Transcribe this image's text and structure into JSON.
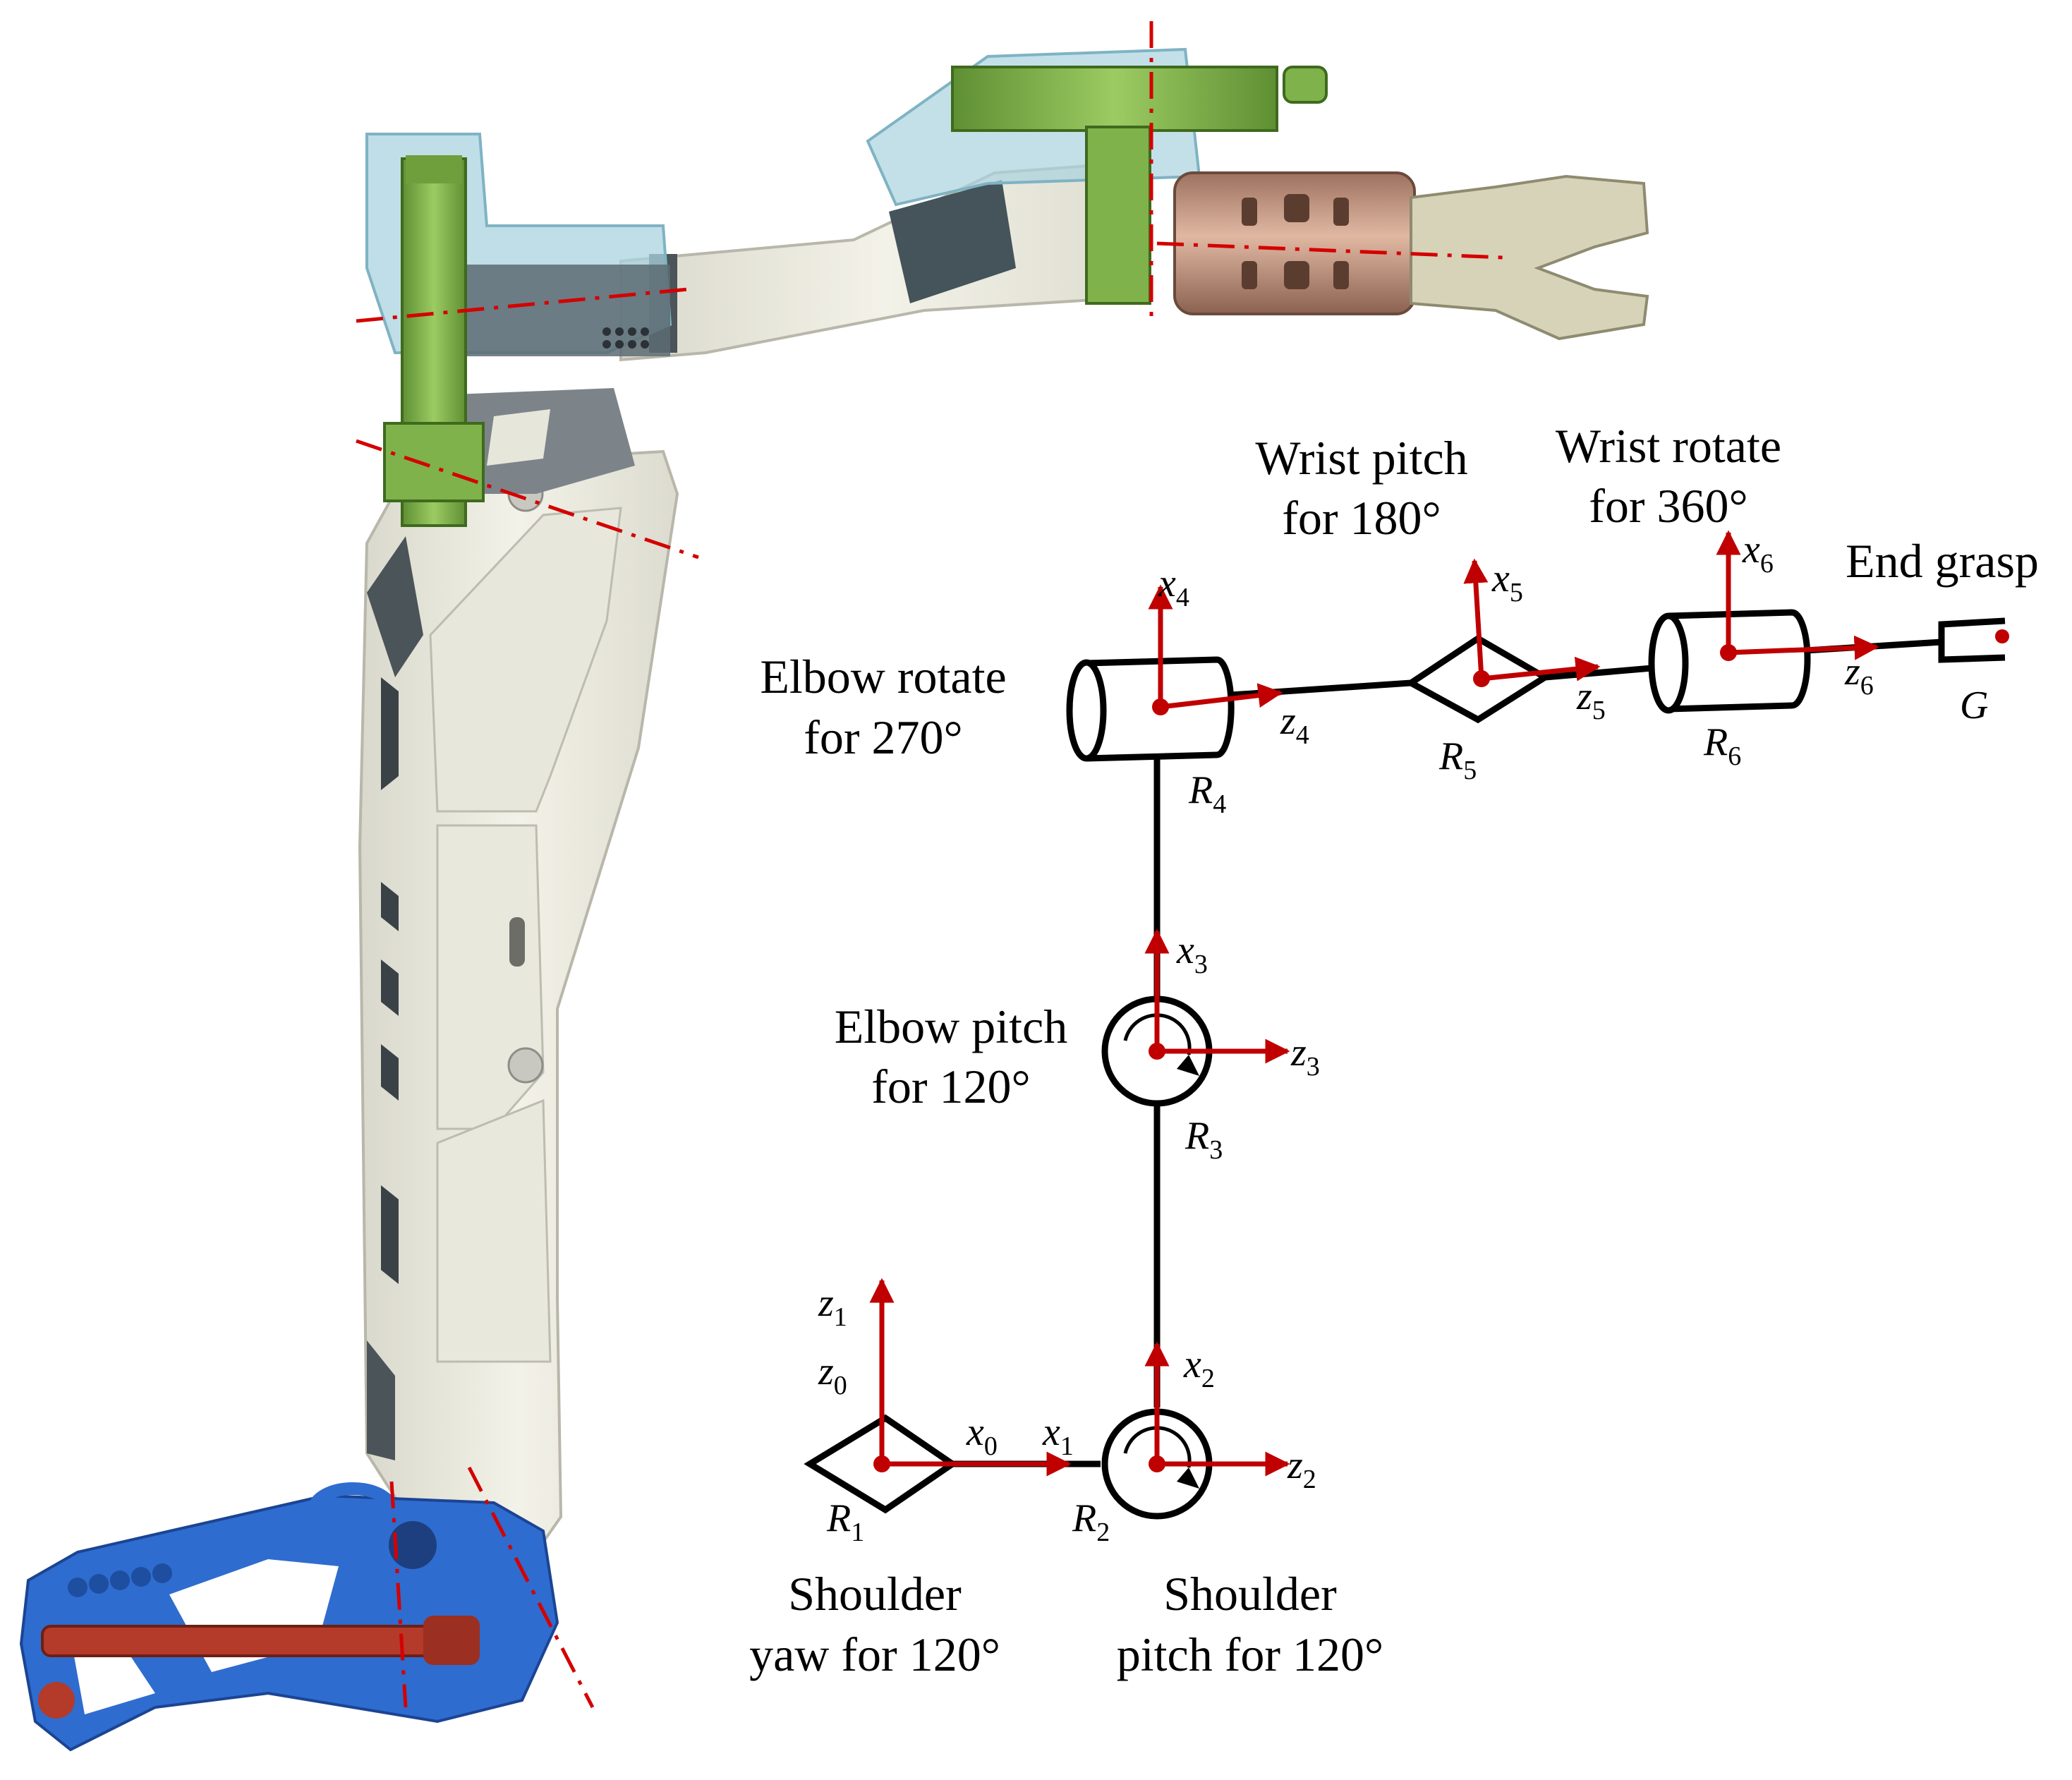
{
  "joints": [
    {
      "id": "R1",
      "base": "R",
      "sub": "1",
      "caption": [
        "Shoulder",
        "yaw for 120°"
      ]
    },
    {
      "id": "R2",
      "base": "R",
      "sub": "2",
      "caption": [
        "Shoulder",
        "pitch for 120°"
      ]
    },
    {
      "id": "R3",
      "base": "R",
      "sub": "3",
      "caption": [
        "Elbow pitch",
        "for 120°"
      ]
    },
    {
      "id": "R4",
      "base": "R",
      "sub": "4",
      "caption": [
        "Elbow rotate",
        "for 270°"
      ]
    },
    {
      "id": "R5",
      "base": "R",
      "sub": "5",
      "caption": [
        "Wrist pitch",
        "for 180°"
      ]
    },
    {
      "id": "R6",
      "base": "R",
      "sub": "6",
      "caption": [
        "Wrist rotate",
        "for 360°"
      ]
    }
  ],
  "end_effector": {
    "caption": "End grasp",
    "label": "G"
  },
  "axes": {
    "z1": {
      "base": "z",
      "sub": "1"
    },
    "z0": {
      "base": "z",
      "sub": "0"
    },
    "x0": {
      "base": "x",
      "sub": "0"
    },
    "x1": {
      "base": "x",
      "sub": "1"
    },
    "x2": {
      "base": "x",
      "sub": "2"
    },
    "z2": {
      "base": "z",
      "sub": "2"
    },
    "x3": {
      "base": "x",
      "sub": "3"
    },
    "z3": {
      "base": "z",
      "sub": "3"
    },
    "x4": {
      "base": "x",
      "sub": "4"
    },
    "z4": {
      "base": "z",
      "sub": "4"
    },
    "x5": {
      "base": "x",
      "sub": "5"
    },
    "z5": {
      "base": "z",
      "sub": "5"
    },
    "x6": {
      "base": "x",
      "sub": "6"
    },
    "z6": {
      "base": "z",
      "sub": "6"
    }
  },
  "colors": {
    "axis_arrow": "#c00000",
    "link": "#000000",
    "arm_white": "#ecebe0",
    "arm_dark": "#4a5459",
    "actuator_green": "#7fb24a",
    "glass_blue": "#a9d3df",
    "base_blue": "#2f6ccf",
    "piston_red": "#b43a2a",
    "wrist_bronze": "#b88a70",
    "gripper": "#d6d3b8",
    "centerline": "#d40000"
  },
  "icons": [
    "robot-arm-render",
    "revolute-joint-symbol",
    "coordinate-arrow"
  ]
}
